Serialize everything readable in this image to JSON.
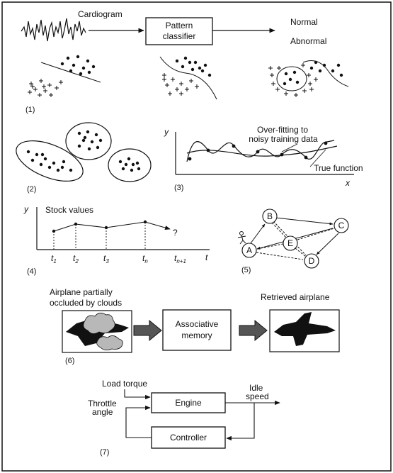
{
  "panel1": {
    "label": "(1)",
    "signal_label": "Cardiogram",
    "box_label_line1": "Pattern",
    "box_label_line2": "classifier",
    "output_normal": "Normal",
    "output_abnormal": "Abnormal"
  },
  "panel2": {
    "label": "(2)"
  },
  "panel3": {
    "label": "(3)",
    "y_axis": "y",
    "x_axis": "x",
    "overfit_line1": "Over-fitting to",
    "overfit_line2": "noisy training data",
    "true_function": "True function"
  },
  "panel4": {
    "label": "(4)",
    "y_axis": "y",
    "title": "Stock values",
    "x_axis": "t",
    "question": "?",
    "ticks": [
      {
        "base": "t",
        "sub": "1"
      },
      {
        "base": "t",
        "sub": "2"
      },
      {
        "base": "t",
        "sub": "3"
      },
      {
        "base": "t",
        "sub": "n"
      },
      {
        "base": "t",
        "sub": "n+1"
      }
    ]
  },
  "panel5": {
    "label": "(5)",
    "nodes": [
      "A",
      "B",
      "C",
      "D",
      "E"
    ]
  },
  "panel6": {
    "label": "(6)",
    "input_line1": "Airplane partially",
    "input_line2": "occluded by clouds",
    "box_line1": "Associative",
    "box_line2": "memory",
    "output_label": "Retrieved airplane"
  },
  "panel7": {
    "label": "(7)",
    "load_torque": "Load torque",
    "throttle_line1": "Throttle",
    "throttle_line2": "angle",
    "engine": "Engine",
    "controller": "Controller",
    "idle_line1": "Idle",
    "idle_line2": "speed"
  },
  "colors": {
    "ink": "#111111",
    "background": "#ffffff"
  }
}
